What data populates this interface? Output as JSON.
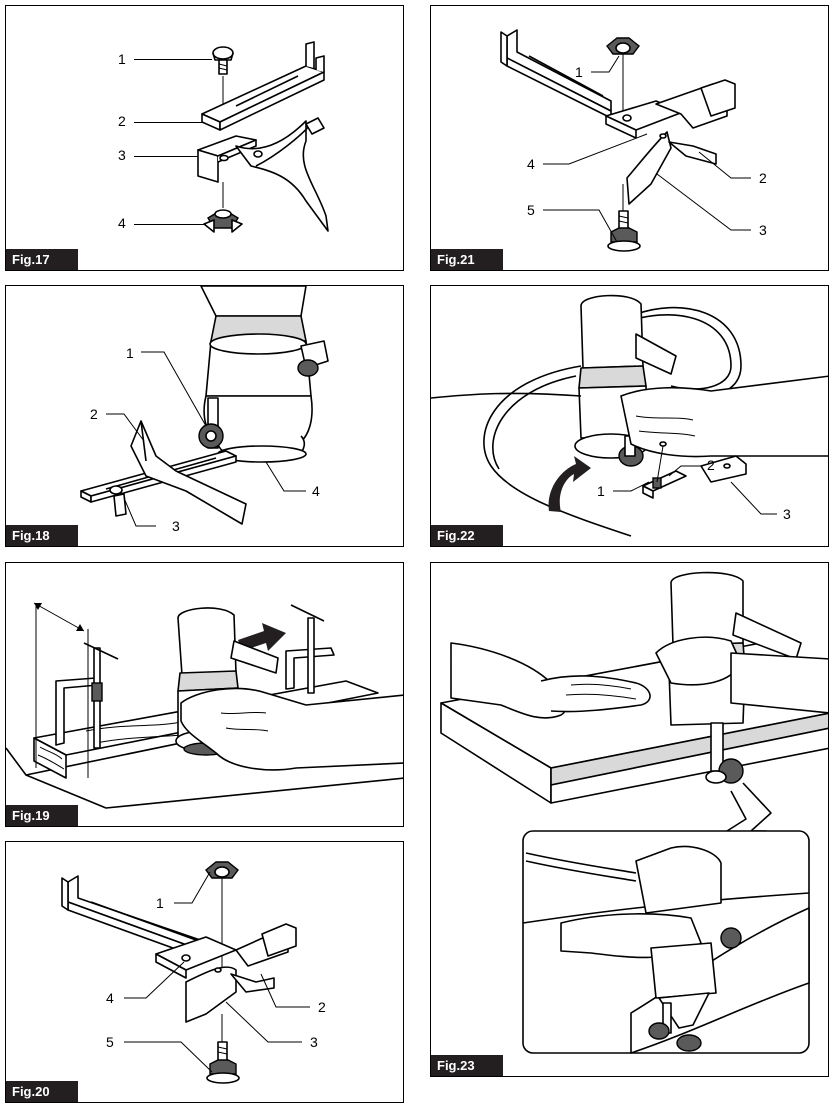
{
  "figures": [
    {
      "id": "fig17",
      "label": "Fig.17",
      "callouts": [
        "1",
        "2",
        "3",
        "4"
      ]
    },
    {
      "id": "fig18",
      "label": "Fig.18",
      "callouts": [
        "1",
        "2",
        "3",
        "4"
      ]
    },
    {
      "id": "fig19",
      "label": "Fig.19",
      "callouts": []
    },
    {
      "id": "fig20",
      "label": "Fig.20",
      "callouts": [
        "1",
        "2",
        "3",
        "4",
        "5"
      ]
    },
    {
      "id": "fig21",
      "label": "Fig.21",
      "callouts": [
        "1",
        "2",
        "3",
        "4",
        "5"
      ]
    },
    {
      "id": "fig22",
      "label": "Fig.22",
      "callouts": [
        "1",
        "2",
        "3"
      ]
    },
    {
      "id": "fig23",
      "label": "Fig.23",
      "callouts": []
    }
  ]
}
